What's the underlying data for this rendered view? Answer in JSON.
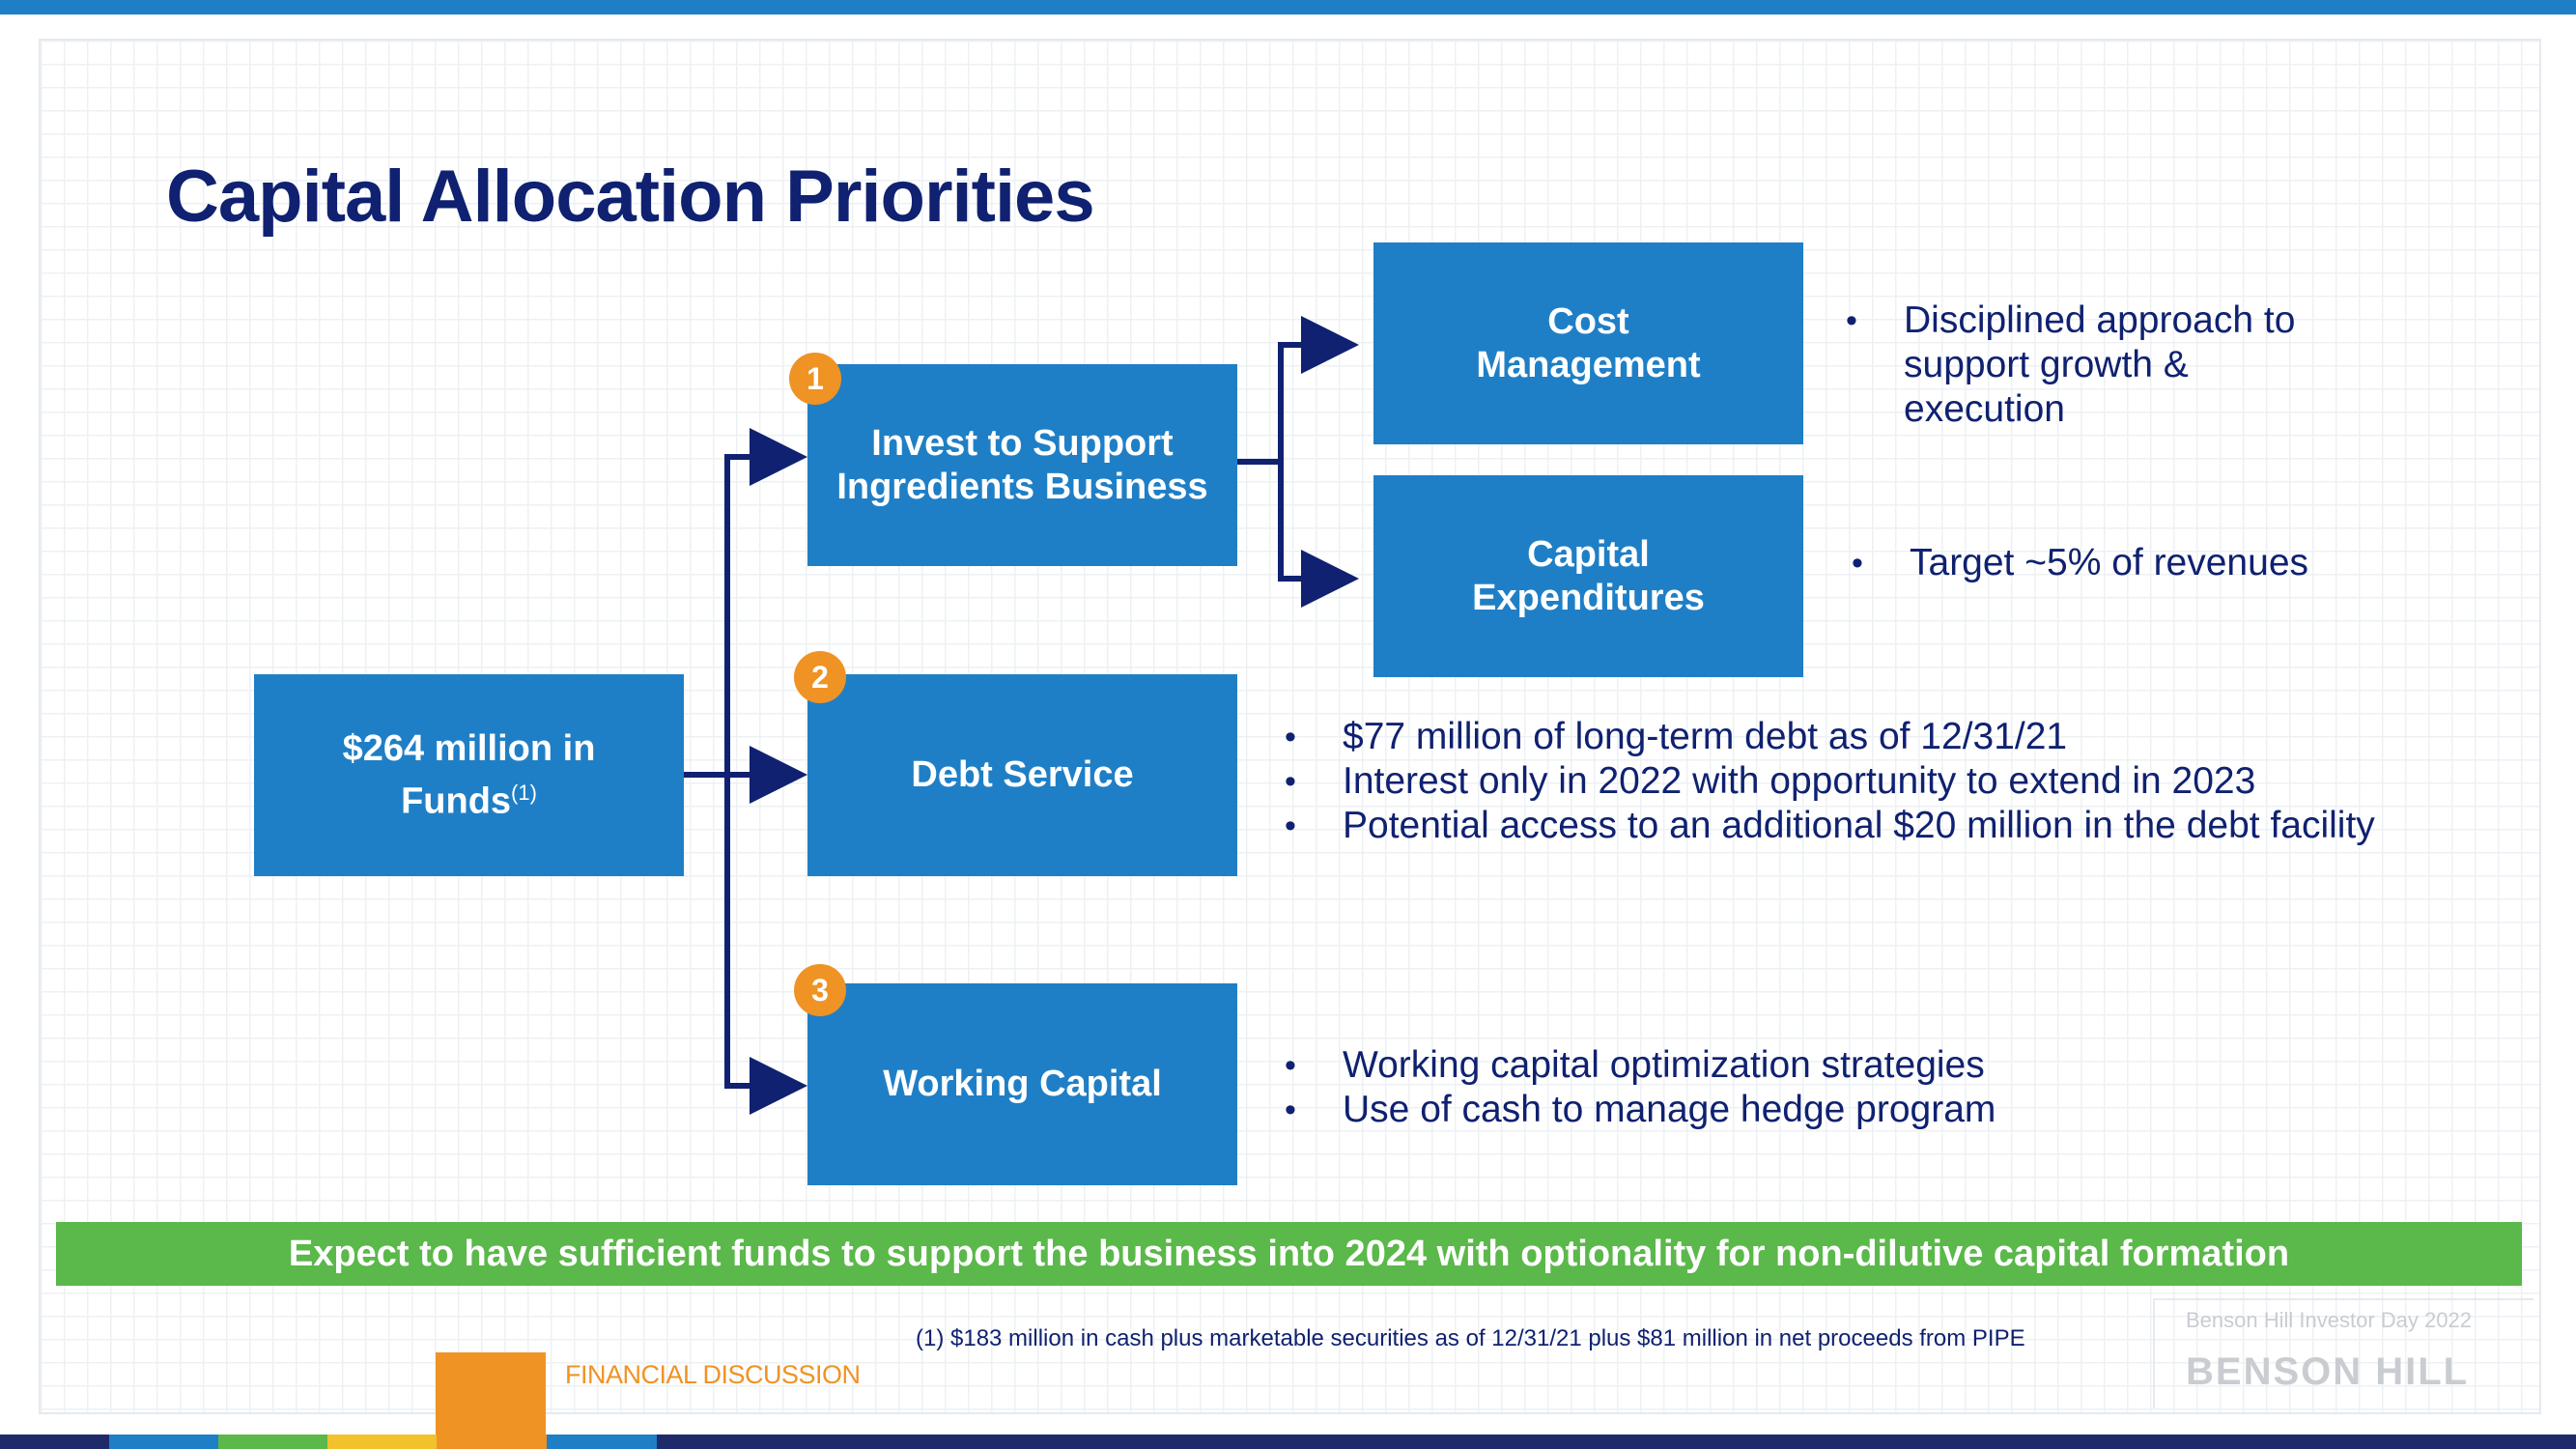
{
  "title": "Capital Allocation Priorities",
  "source_box": {
    "line1": "$264 million in",
    "line2": "Funds",
    "superscript": "(1)"
  },
  "priorities": [
    {
      "number": "1",
      "line1": "Invest to Support",
      "line2": "Ingredients Business"
    },
    {
      "number": "2",
      "line1": "Debt Service"
    },
    {
      "number": "3",
      "line1": "Working Capital"
    }
  ],
  "sub_boxes": [
    {
      "line1": "Cost",
      "line2": "Management"
    },
    {
      "line1": "Capital",
      "line2": "Expenditures"
    }
  ],
  "bullets": {
    "cost_management": [
      "Disciplined approach to support growth & execution"
    ],
    "capital_expenditures": [
      "Target ~5% of revenues"
    ],
    "debt_service": [
      "$77 million of long-term debt as of 12/31/21",
      "Interest only in 2022 with opportunity to extend in 2023",
      "Potential access to an additional $20 million in the debt facility"
    ],
    "working_capital": [
      "Working capital optimization strategies",
      "Use of cash to manage hedge program"
    ]
  },
  "banner": "Expect to have sufficient funds to support the business into 2024 with optionality for non-dilutive capital formation",
  "footnote": "(1)  $183 million in cash plus marketable securities as of 12/31/21 plus $81 million in net proceeds from PIPE",
  "footer": {
    "section": "FINANCIAL DISCUSSION",
    "event": "Benson Hill Investor Day 2022",
    "logo": "BENSON HILL"
  },
  "colors": {
    "title": "#0f2170",
    "box": "#1f7fc6",
    "badge": "#ef9325",
    "banner": "#5bb84a",
    "arrow": "#0f2170"
  }
}
